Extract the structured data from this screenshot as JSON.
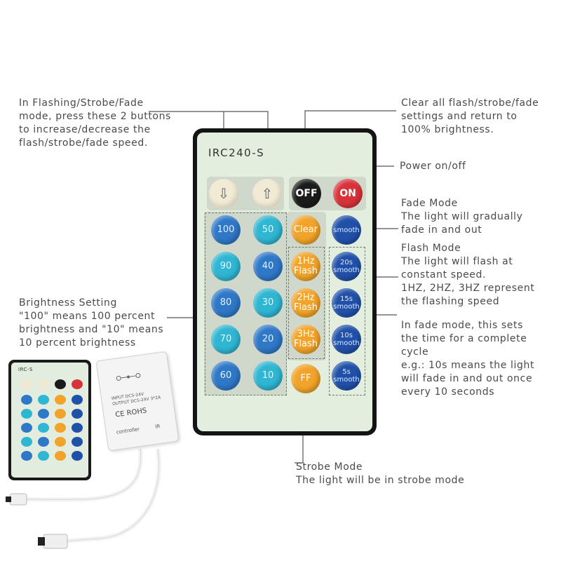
{
  "remote": {
    "model": "IRC240-S",
    "buttons": {
      "down": "⇩",
      "up": "⇧",
      "off": "OFF",
      "on": "ON",
      "b100": "100",
      "b50": "50",
      "b90": "90",
      "b40": "40",
      "b80": "80",
      "b30": "30",
      "b70": "70",
      "b20": "20",
      "b60": "60",
      "b10": "10",
      "clear": "Clear",
      "flash1_a": "1Hz",
      "flash1_b": "Flash",
      "flash2_a": "2Hz",
      "flash2_b": "Flash",
      "flash3_a": "3Hz",
      "flash3_b": "Flash",
      "ff": "FF",
      "smooth": "smooth",
      "s20_a": "20s",
      "s20_b": "smooth",
      "s15_a": "15s",
      "s15_b": "smooth",
      "s10_a": "10s",
      "s10_b": "smooth",
      "s5_a": "5s",
      "s5_b": "smooth"
    }
  },
  "annotations": {
    "speed": [
      "In Flashing/Strobe/Fade",
      "mode, press these 2 buttons",
      "to increase/decrease the",
      "flash/strobe/fade speed."
    ],
    "clear": [
      "Clear all flash/strobe/fade",
      "settings and return to",
      "100% brightness."
    ],
    "power": [
      "Power on/off"
    ],
    "fade": [
      "Fade Mode",
      "The light will gradually",
      "fade in and out"
    ],
    "flash": [
      "Flash Mode",
      "The light will flash at",
      "constant speed.",
      "1HZ, 2HZ, 3HZ represent",
      "the flashing speed"
    ],
    "cycle": [
      "In fade mode, this sets",
      "the time for a complete",
      "cycle",
      "e.g.: 10s means the light",
      "will fade in and out once",
      "every 10 seconds"
    ],
    "brightness": [
      "Brightness Setting",
      "\"100\" means 100 percent",
      "brightness and \"10\" means",
      "10 percent brightness"
    ],
    "strobe": [
      "Strobe Mode",
      "The light will be in strobe mode"
    ]
  },
  "controller": {
    "line1": "INPUT DC5-24V",
    "line2": "OUTPUT DC5-24V 3*2A",
    "marks": "CE ROHS",
    "name": "controller",
    "ir": "IR"
  },
  "mini_remote": {
    "model": "IRC-S"
  }
}
